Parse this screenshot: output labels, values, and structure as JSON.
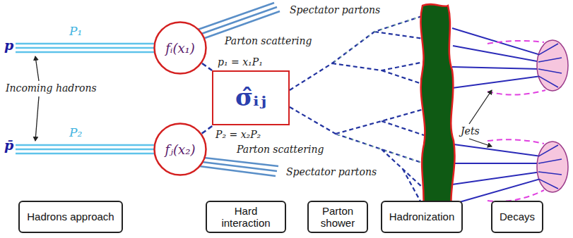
{
  "diagram": {
    "nodes": [
      {
        "text": [
          "fᵢ(x₁)"
        ]
      },
      {
        "text": [
          "σ̂ᵢⱼ"
        ]
      },
      {
        "text": [
          "fⱼ(x₂)"
        ]
      },
      {
        "text": [
          "Hadrons approach"
        ]
      },
      {
        "text": [
          "Hard interaction"
        ]
      },
      {
        "text": [
          "Parton shower"
        ]
      },
      {
        "text": [
          "Hadronization"
        ]
      },
      {
        "text": [
          "Decays"
        ]
      }
    ],
    "edges": [
      {
        "from": 0,
        "to": 1,
        "arrow": "none"
      },
      {
        "from": 2,
        "to": 1,
        "arrow": "none"
      }
    ],
    "labels": [
      "p",
      "P₁",
      "Spectator partons",
      "Parton scattering",
      "p₁ = x₁P₁",
      "Incoming hadrons",
      "Jets",
      "P₂ = x₂P₂",
      "Parton scattering",
      "p̄",
      "P₂",
      "Spectator partons"
    ]
  }
}
